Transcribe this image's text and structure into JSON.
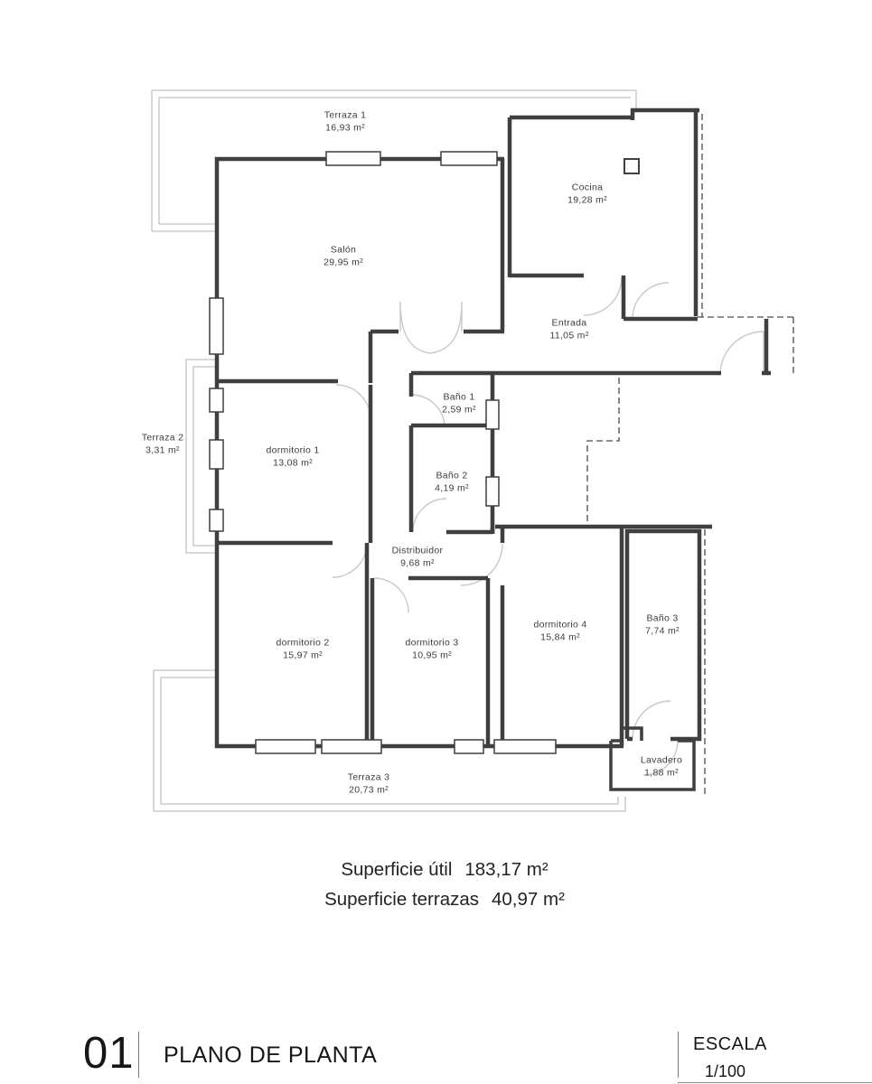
{
  "plan": {
    "rooms": [
      {
        "id": "terraza-1",
        "name": "Terraza 1",
        "area": "16,93 m²"
      },
      {
        "id": "cocina",
        "name": "Cocina",
        "area": "19,28 m²"
      },
      {
        "id": "salon",
        "name": "Salón",
        "area": "29,95 m²"
      },
      {
        "id": "entrada",
        "name": "Entrada",
        "area": "11,05 m²"
      },
      {
        "id": "bano-1",
        "name": "Baño 1",
        "area": "2,59 m²"
      },
      {
        "id": "terraza-2",
        "name": "Terraza 2",
        "area": "3,31 m²"
      },
      {
        "id": "dormitorio-1",
        "name": "dormitorio 1",
        "area": "13,08 m²"
      },
      {
        "id": "bano-2",
        "name": "Baño 2",
        "area": "4,19 m²"
      },
      {
        "id": "distribuidor",
        "name": "Distribuidor",
        "area": "9,68 m²"
      },
      {
        "id": "dormitorio-2",
        "name": "dormitorio 2",
        "area": "15,97 m²"
      },
      {
        "id": "dormitorio-3",
        "name": "dormitorio 3",
        "area": "10,95 m²"
      },
      {
        "id": "dormitorio-4",
        "name": "dormitorio 4",
        "area": "15,84 m²"
      },
      {
        "id": "bano-3",
        "name": "Baño 3",
        "area": "7,74 m²"
      },
      {
        "id": "lavadero",
        "name": "Lavadero",
        "area": "1,88 m²"
      },
      {
        "id": "terraza-3",
        "name": "Terraza 3",
        "area": "20,73 m²"
      }
    ],
    "summary": {
      "line1_label": "Superficie útil",
      "line1_value": "183,17 m²",
      "line2_label": "Superficie terrazas",
      "line2_value": "40,97 m²"
    },
    "title_block": {
      "number": "01",
      "title": "PLANO DE PLANTA",
      "scale_label": "ESCALA",
      "scale_value": "1/100"
    },
    "colors": {
      "wall": "#3f3f3f",
      "terrace_line": "#c2c2c2",
      "door_arc": "#c8c8c8",
      "dashed_line": "#4a4a4a"
    }
  }
}
